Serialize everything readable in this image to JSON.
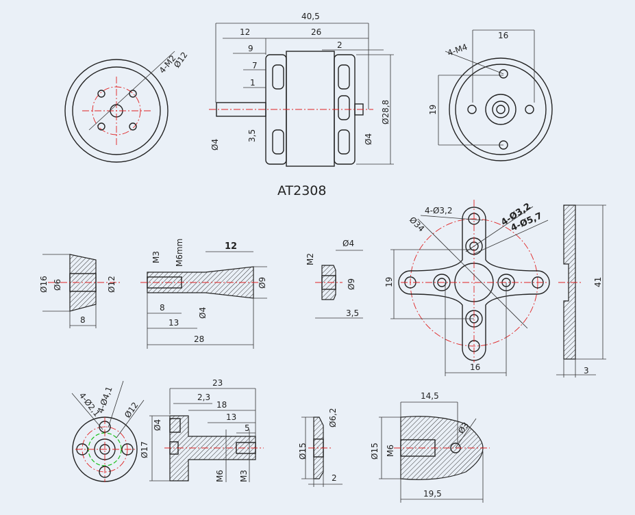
{
  "title": "AT2308",
  "motor_front": {
    "labels": [
      "4-M2",
      "Ø12"
    ]
  },
  "motor_side": {
    "labels": [
      "40,5",
      "12",
      "26",
      "9",
      "2",
      "7",
      "1",
      "Ø4",
      "3,5",
      "Ø4",
      "Ø28,8"
    ]
  },
  "motor_back": {
    "labels": [
      "16",
      "4-M4",
      "19"
    ]
  },
  "cone_adapter": {
    "labels": [
      "Ø16",
      "Ø6",
      "Ø12",
      "8"
    ]
  },
  "shaft_adapter": {
    "labels": [
      "M3",
      "M6mm",
      "12",
      "Ø9",
      "8",
      "Ø4",
      "13",
      "28"
    ]
  },
  "nut": {
    "labels": [
      "M2",
      "Ø4",
      "Ø9",
      "3,5"
    ]
  },
  "cross_mount": {
    "labels": [
      "4-Ø3,2",
      "Ø34",
      "4-Ø3,2",
      "4-Ø5,7",
      "19",
      "16"
    ]
  },
  "mount_side": {
    "labels": [
      "41",
      "3"
    ]
  },
  "prop_adapter_front": {
    "labels": [
      "4-Ø2,1",
      "4-Ø4,1",
      "Ø12"
    ]
  },
  "prop_adapter_side": {
    "labels": [
      "23",
      "2,3",
      "18",
      "13",
      "5",
      "Ø4",
      "Ø17",
      "M6",
      "M3"
    ]
  },
  "washer": {
    "labels": [
      "Ø6,2",
      "Ø15",
      "2"
    ]
  },
  "spinner": {
    "labels": [
      "14,5",
      "Ø3",
      "Ø15",
      "M6",
      "19,5"
    ]
  }
}
